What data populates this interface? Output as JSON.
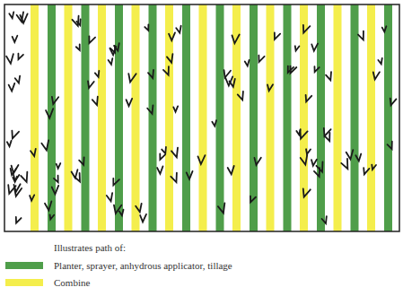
{
  "diagram": {
    "labels": [
      "Illustrates path of:"
    ],
    "legend": [
      {
        "text": "Planter, sprayer, anhydrous applicator, tillage",
        "color": "#4f9e4a"
      },
      {
        "text": "Combine",
        "color": "#f4ee4c"
      }
    ]
  }
}
